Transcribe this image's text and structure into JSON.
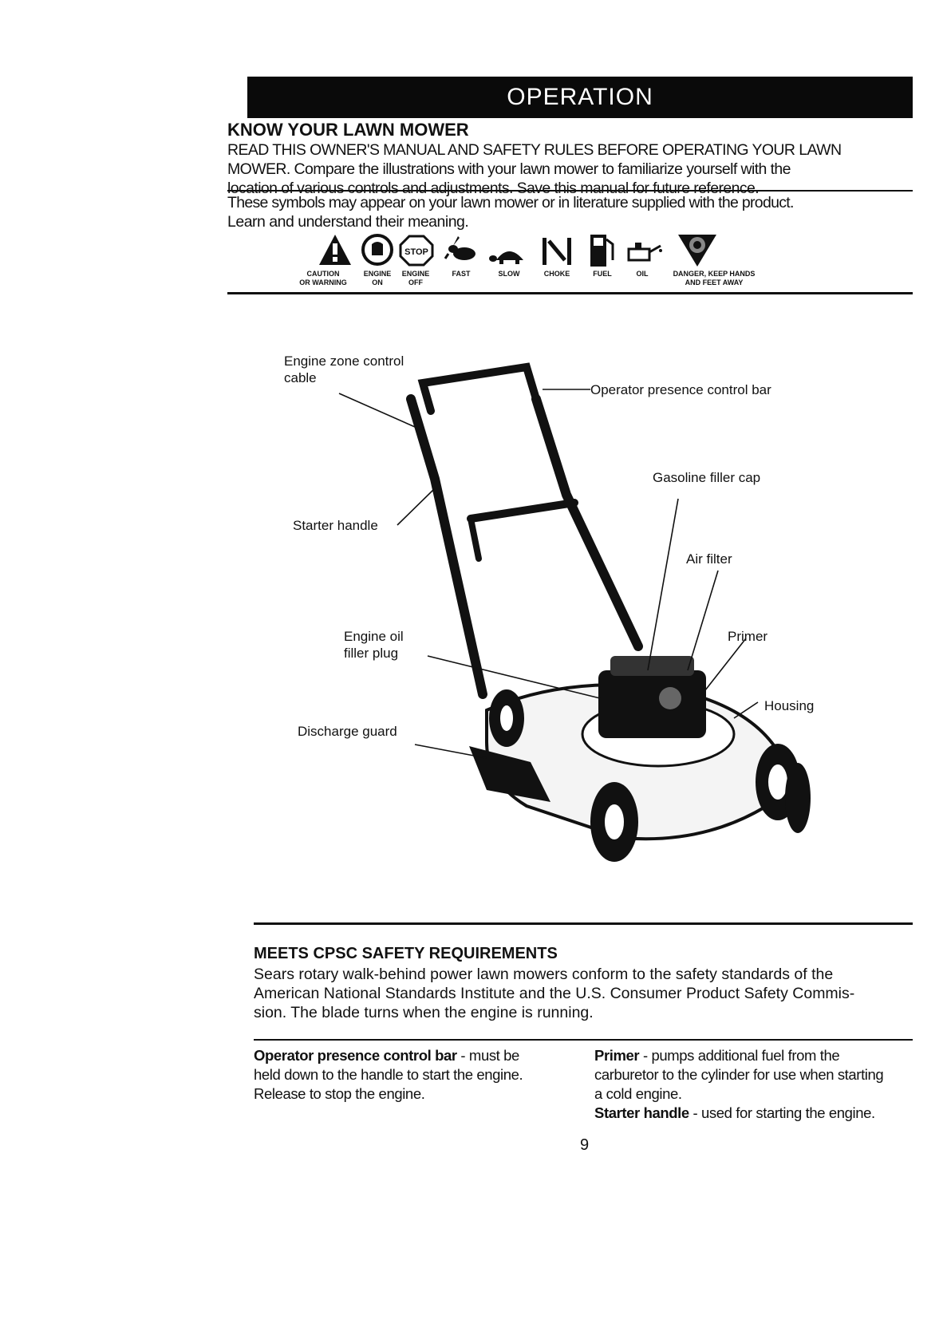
{
  "header": {
    "title": "OPERATION"
  },
  "section1": {
    "heading": "KNOW YOUR LAWN MOWER",
    "intro_line1": "READ THIS OWNER'S MANUAL AND SAFETY RULES BEFORE OPERATING YOUR LAWN",
    "intro_line2": "MOWER. Compare the illustrations with your lawn mower to familiarize yourself with the",
    "intro_line3": "location of various controls and adjustments. Save this manual for future reference.",
    "symbols_line1": "These symbols may appear on your lawn mower or in literature supplied with the product.",
    "symbols_line2": "Learn and understand their meaning."
  },
  "symbols": [
    {
      "icon": "warning-triangle-icon",
      "label": "CAUTION\nOR WARNING"
    },
    {
      "icon": "engine-on-icon",
      "label": "ENGINE\nON"
    },
    {
      "icon": "engine-off-stop-icon",
      "label": "ENGINE\nOFF"
    },
    {
      "icon": "fast-rabbit-icon",
      "label": "FAST"
    },
    {
      "icon": "slow-turtle-icon",
      "label": "SLOW"
    },
    {
      "icon": "choke-icon",
      "label": "CHOKE"
    },
    {
      "icon": "fuel-pump-icon",
      "label": "FUEL"
    },
    {
      "icon": "oil-can-icon",
      "label": "OIL"
    },
    {
      "icon": "danger-hands-feet-icon",
      "label": "DANGER, KEEP HANDS\nAND FEET AWAY"
    }
  ],
  "diagram": {
    "callouts": {
      "engine_zone_control_cable": "Engine zone control\ncable",
      "operator_presence_control_bar": "Operator presence control bar",
      "gasoline_filler_cap": "Gasoline filler cap",
      "starter_handle": "Starter handle",
      "air_filter": "Air filter",
      "engine_oil_filler_plug": "Engine oil\nfiller plug",
      "primer": "Primer",
      "housing": "Housing",
      "discharge_guard": "Discharge guard"
    }
  },
  "section2": {
    "heading": "MEETS CPSC SAFETY REQUIREMENTS",
    "line1": "Sears rotary walk-behind power lawn mowers conform to the safety standards of the",
    "line2": "American National Standards Institute and the U.S. Consumer Product Safety Commis-",
    "line3": "sion.  The blade turns when the engine is running."
  },
  "definitions": {
    "left": {
      "term": "Operator presence control bar",
      "line1": " - must be",
      "line2": "held down to the handle to start the engine.",
      "line3": "Release to stop the engine."
    },
    "right": {
      "primer_term": "Primer",
      "primer_line1": " - pumps additional fuel from the",
      "primer_line2": "carburetor to the cylinder for use when starting",
      "primer_line3": "a cold engine.",
      "starter_term": "Starter handle",
      "starter_desc": " - used for starting the engine."
    }
  },
  "footer": {
    "page_number": "9"
  }
}
